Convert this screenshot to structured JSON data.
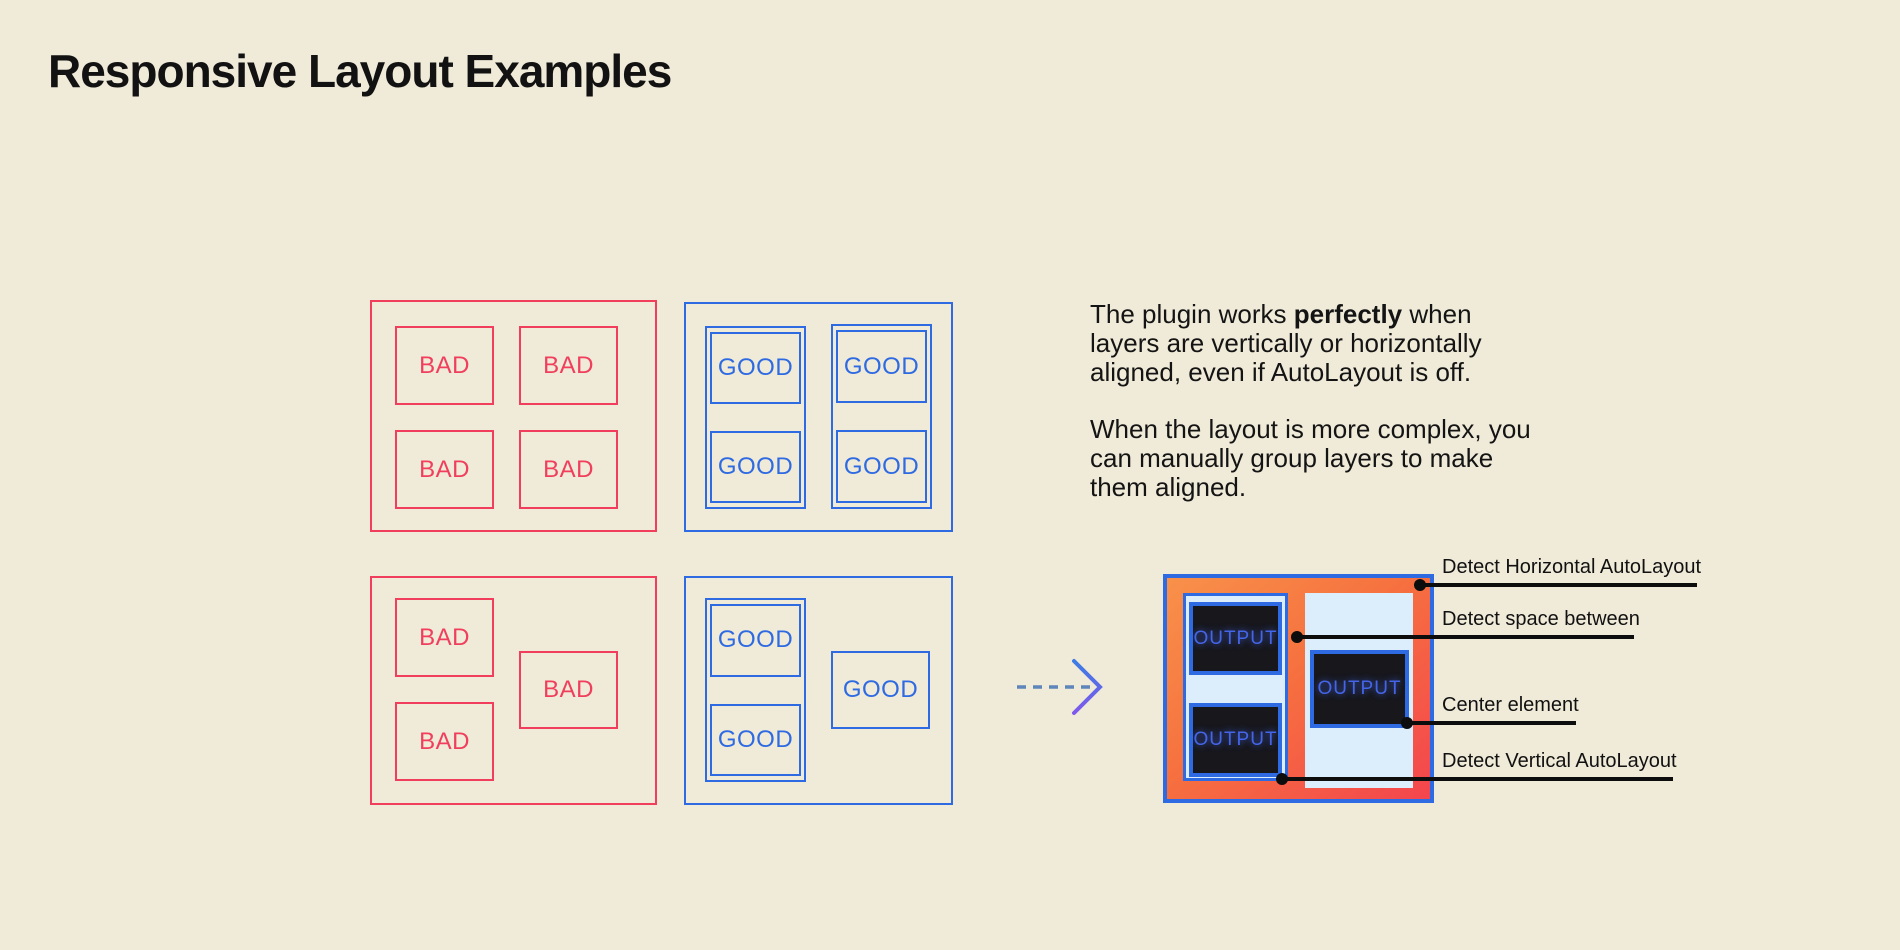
{
  "title": "Responsive Layout Examples",
  "labels": {
    "bad": "BAD",
    "good": "GOOD",
    "output": "OUTPUT"
  },
  "description": {
    "p1": {
      "before": "The plugin works ",
      "bold": "perfectly",
      "after": " when layers are vertically or horizontally aligned, even if AutoLayout is off."
    },
    "p2": "When the layout is more complex, you can manually group layers to make them aligned."
  },
  "annotations": {
    "items": [
      {
        "label": "Detect Horizontal AutoLayout"
      },
      {
        "label": "Detect space between"
      },
      {
        "label": "Center element"
      },
      {
        "label": "Detect Vertical AutoLayout"
      }
    ]
  },
  "icons": {
    "arrow": "dashed-arrow-right-icon"
  },
  "colors": {
    "background": "#F0EAD8",
    "bad_red": "#F03E5C",
    "good_blue": "#2E6AE2",
    "pale_blue": "#DCEEFB",
    "dark_panel": "#17171C",
    "output_text_blue": "#4565E8",
    "gradient_start": "#F8914A",
    "gradient_end": "#F4454E",
    "annotation_black": "#0D0D0D",
    "arrow_dash_blue": "#5E86BA",
    "arrow_head_blue": "#3C7CE4",
    "arrow_head_purple": "#7F58EC"
  }
}
